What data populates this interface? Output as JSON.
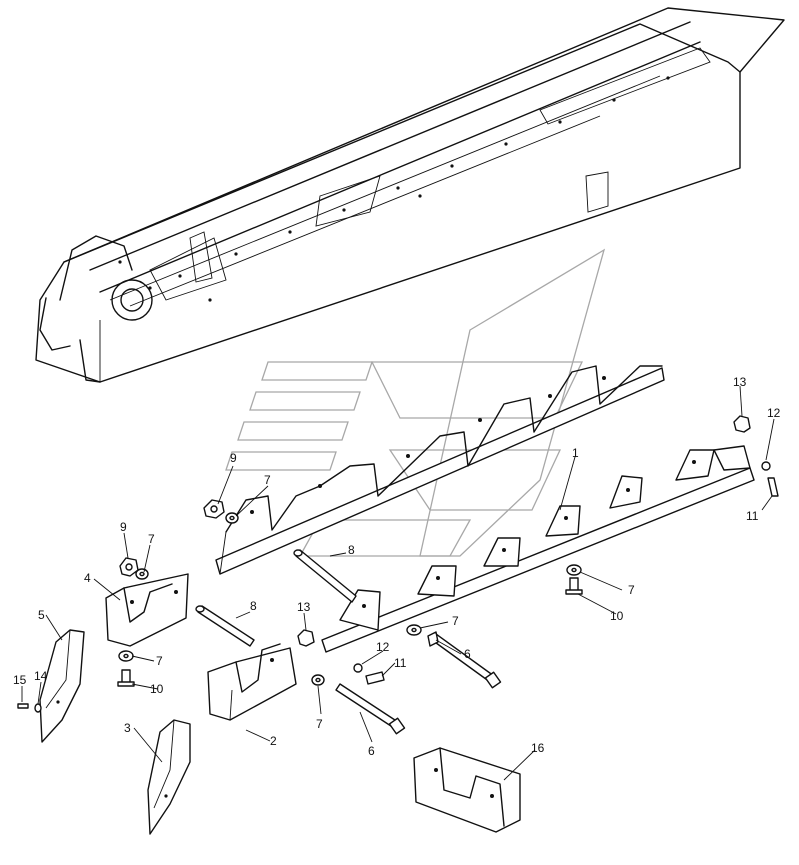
{
  "labels": [
    {
      "id": "1",
      "text": "1"
    },
    {
      "id": "2",
      "text": "2"
    },
    {
      "id": "3",
      "text": "3"
    },
    {
      "id": "4",
      "text": "4"
    },
    {
      "id": "5",
      "text": "5"
    },
    {
      "id": "6a",
      "text": "6"
    },
    {
      "id": "6b",
      "text": "6"
    },
    {
      "id": "7a",
      "text": "7"
    },
    {
      "id": "7b",
      "text": "7"
    },
    {
      "id": "7c",
      "text": "7"
    },
    {
      "id": "7d",
      "text": "7"
    },
    {
      "id": "7e",
      "text": "7"
    },
    {
      "id": "7f",
      "text": "7"
    },
    {
      "id": "8a",
      "text": "8"
    },
    {
      "id": "8b",
      "text": "8"
    },
    {
      "id": "9a",
      "text": "9"
    },
    {
      "id": "9b",
      "text": "9"
    },
    {
      "id": "10a",
      "text": "10"
    },
    {
      "id": "10b",
      "text": "10"
    },
    {
      "id": "11a",
      "text": "11"
    },
    {
      "id": "11b",
      "text": "11"
    },
    {
      "id": "12a",
      "text": "12"
    },
    {
      "id": "12b",
      "text": "12"
    },
    {
      "id": "13a",
      "text": "13"
    },
    {
      "id": "13b",
      "text": "13"
    },
    {
      "id": "14",
      "text": "14"
    },
    {
      "id": "15",
      "text": "15"
    },
    {
      "id": "16",
      "text": "16"
    }
  ]
}
